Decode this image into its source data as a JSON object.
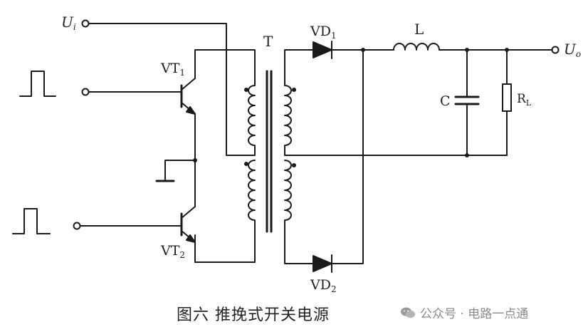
{
  "diagram": {
    "labels": {
      "ui": "U",
      "ui_sub": "i",
      "uo": "U",
      "uo_sub": "o",
      "transformer": "T",
      "vt1": "VT",
      "vt1_sub": "1",
      "vt2": "VT",
      "vt2_sub": "2",
      "vd1": "VD",
      "vd1_sub": "1",
      "vd2": "VD",
      "vd2_sub": "2",
      "inductor": "L",
      "capacitor": "C",
      "load": "R",
      "load_sub": "L"
    },
    "caption": "图六  推挽式开关电源",
    "watermark": "公众号 · 电路一点通",
    "colors": {
      "line": "#1a1a1a",
      "watermark": "#8a8a8a"
    }
  }
}
